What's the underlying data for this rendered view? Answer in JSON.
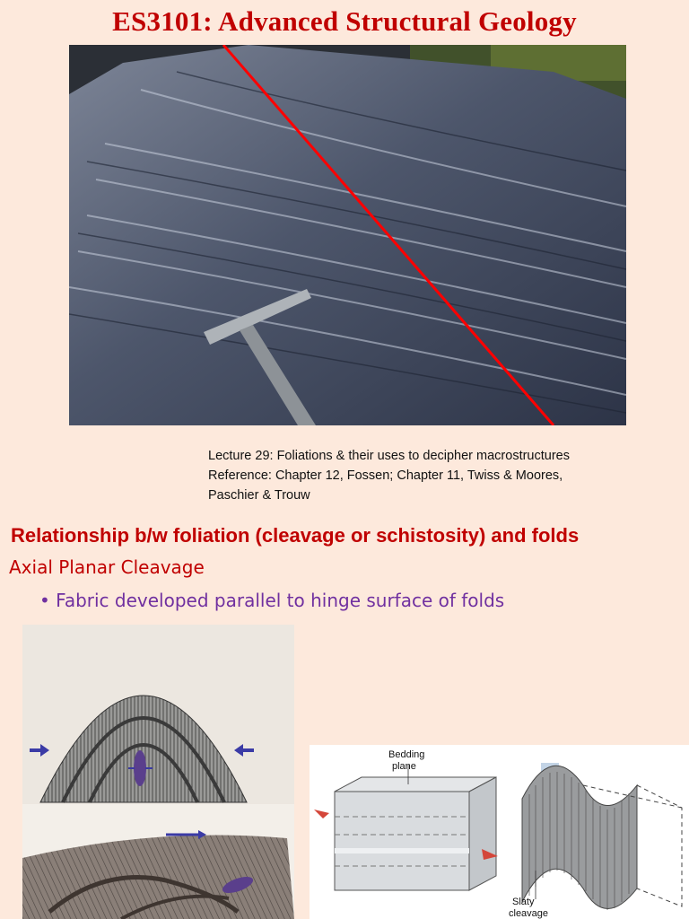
{
  "slide": {
    "title": "ES3101: Advanced Structural Geology",
    "lecture_line1": "Lecture 29: Foliations  &  their  uses to decipher macrostructures",
    "lecture_line2": "Reference: Chapter 12, Fossen; Chapter 11, Twiss & Moores,",
    "lecture_line3": "Paschier & Trouw",
    "heading": "Relationship b/w foliation (cleavage or schistosity) and folds",
    "subheading": "Axial Planar Cleavage",
    "bullet": "Fabric developed parallel to hinge surface of folds",
    "bullet_marker": "•"
  },
  "block_diagram": {
    "bedding_label_1": "Bedding",
    "bedding_label_2": "plane",
    "cleavage_label_1": "Slaty",
    "cleavage_label_2": "cleavage"
  },
  "colors": {
    "title": "#c00000",
    "heading": "#c00000",
    "bullet": "#7030a0",
    "background": "#fde9dc",
    "axial_trace": "#ff0000"
  }
}
